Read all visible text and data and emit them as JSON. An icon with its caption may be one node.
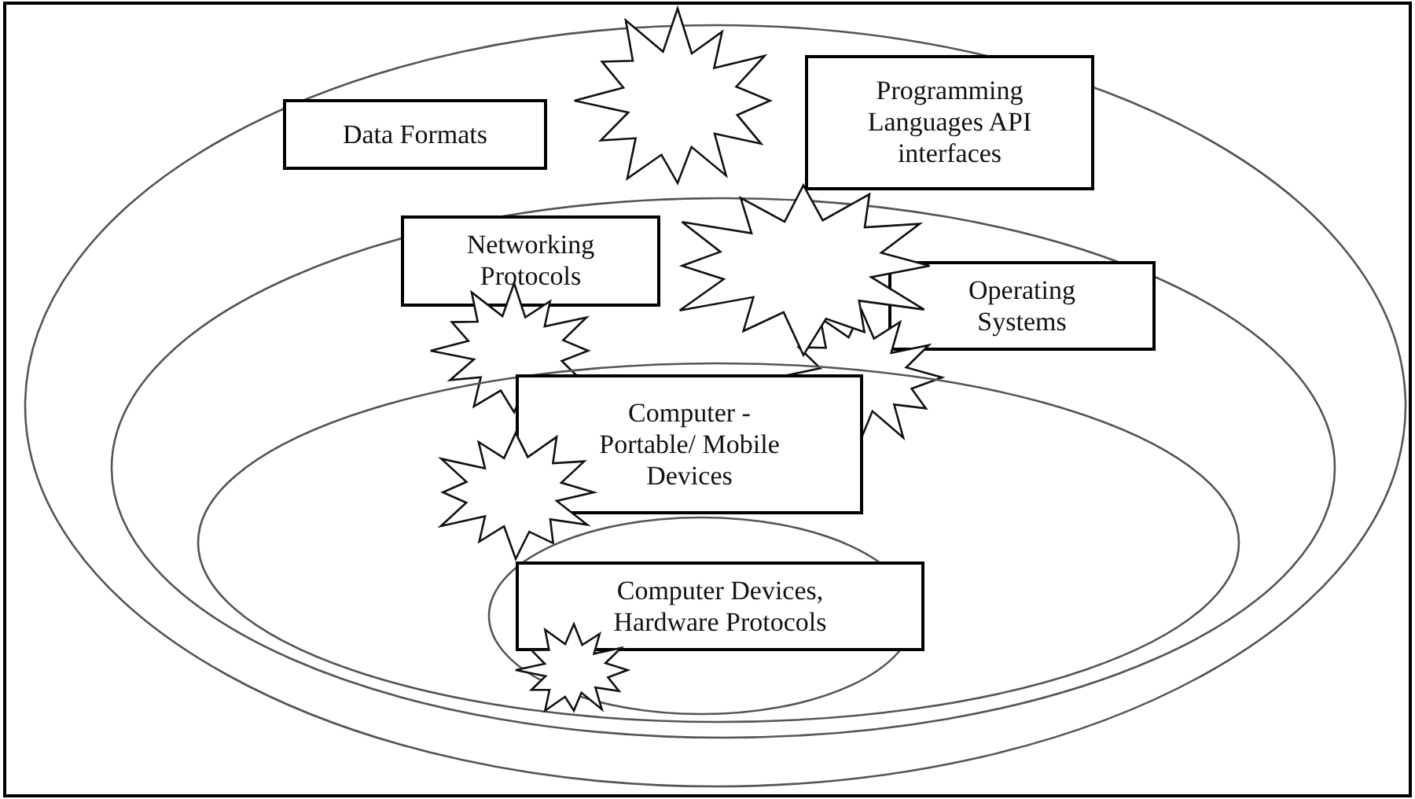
{
  "diagram": {
    "nodes": [
      {
        "text": [],
        "shape": "ellipse"
      },
      {
        "text": [
          "Data Formats"
        ],
        "in": 0
      },
      {
        "text": [],
        "shape": "star"
      },
      {
        "text": [
          "Programming Languages API interfaces"
        ],
        "in": 0
      },
      {
        "text": [],
        "shape": "ellipse",
        "in": 0
      },
      {
        "text": [
          "Networking Protocols"
        ],
        "in": 4
      },
      {
        "text": [],
        "shape": "star",
        "in": 0
      },
      {
        "text": [
          "Operating Systems"
        ],
        "in": 4
      },
      {
        "text": [],
        "shape": "star",
        "in": 4
      },
      {
        "text": [],
        "shape": "star",
        "in": 4
      },
      {
        "text": [],
        "shape": "ellipse",
        "in": 4
      },
      {
        "text": [
          "Computer - Portable/ Mobile Devices"
        ],
        "in": 10
      },
      {
        "text": [],
        "shape": "star",
        "in": 10
      },
      {
        "text": [],
        "shape": "ellipse",
        "in": 10
      },
      {
        "text": [
          "Computer Devices, Hardware Protocols"
        ],
        "in": 13
      },
      {
        "text": [],
        "shape": "star",
        "in": 13
      }
    ]
  }
}
